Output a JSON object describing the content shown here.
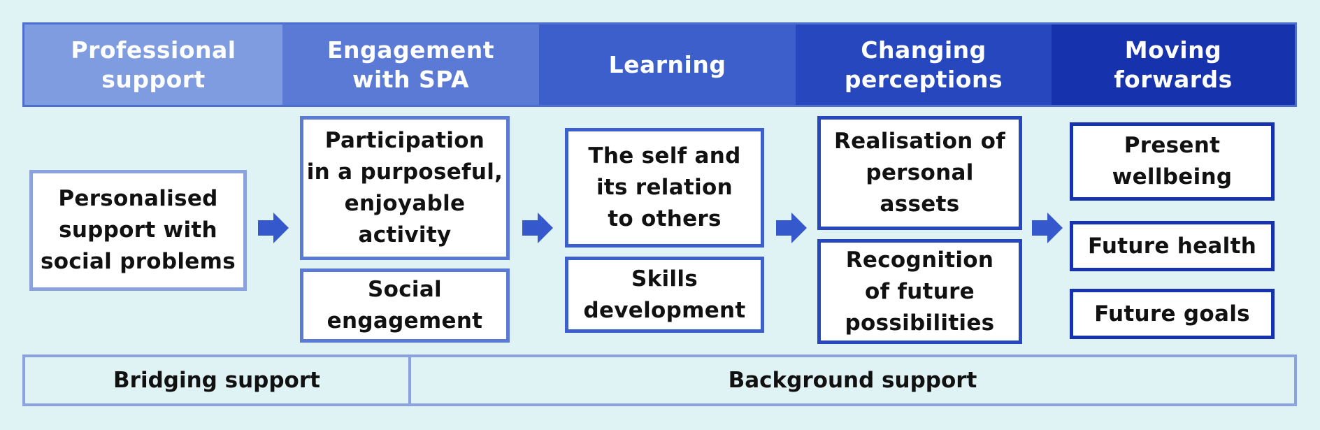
{
  "columns": [
    {
      "header": "Professional\nsupport",
      "color": "#7f9ce0"
    },
    {
      "header": "Engagement\nwith SPA",
      "color": "#5b7ad6"
    },
    {
      "header": "Learning",
      "color": "#3d5fcb"
    },
    {
      "header": "Changing\nperceptions",
      "color": "#2647bd"
    },
    {
      "header": "Moving\nforwards",
      "color": "#1633ad"
    }
  ],
  "boxes": {
    "personalised_support": "Personalised\nsupport with\nsocial problems",
    "participation": "Participation\nin a purposeful,\nenjoyable\nactivity",
    "social_engagement": "Social\nengagement",
    "self_relation": "The self and\nits relation\nto others",
    "skills_development": "Skills\ndevelopment",
    "personal_assets": "Realisation of\npersonal\nassets",
    "future_possibilities": "Recognition\nof future\npossibilities",
    "present_wellbeing": "Present\nwellbeing",
    "future_health": "Future health",
    "future_goals": "Future goals"
  },
  "footer": {
    "bridging": "Bridging support",
    "background": "Background support"
  },
  "colors": {
    "arrow": "#3558cc",
    "footer_border": "#8aa3df"
  }
}
